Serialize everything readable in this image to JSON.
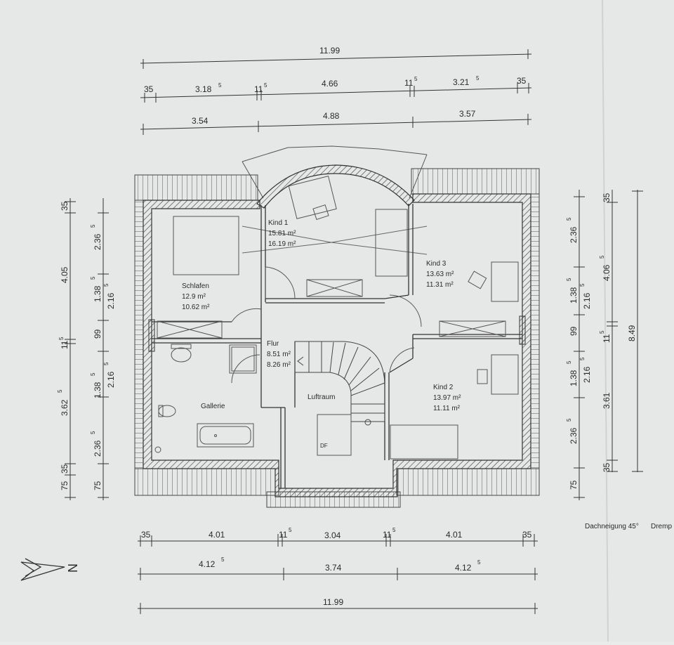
{
  "rooms": [
    {
      "name": "Kind 1",
      "area1": "15.81 m²",
      "area2": "16.19 m²"
    },
    {
      "name": "Kind 3",
      "area1": "13.63 m²",
      "area2": "11.31 m²"
    },
    {
      "name": "Schlafen",
      "area1": "12.9 m²",
      "area2": "10.62 m²"
    },
    {
      "name": "Flur",
      "area1": "8.51 m²",
      "area2": "8.26 m²"
    },
    {
      "name": "Kind 2",
      "area1": "13.97 m²",
      "area2": "11.11 m²"
    },
    {
      "name": "Gallerie"
    },
    {
      "name": "Luftraum"
    },
    {
      "name": "DF"
    }
  ],
  "dims_top": {
    "total": "11.99",
    "row2": [
      {
        "main": "35"
      },
      {
        "main": "3.18",
        "sup": "5"
      },
      {
        "main": "11",
        "sup": "5"
      },
      {
        "main": "4.66"
      },
      {
        "main": "11",
        "sup": "5"
      },
      {
        "main": "3.21",
        "sup": "5"
      },
      {
        "main": "35"
      }
    ],
    "row3": [
      "3.54",
      "4.88",
      "3.57"
    ]
  },
  "dims_bottom": {
    "row1": [
      {
        "main": "35"
      },
      {
        "main": "4.01"
      },
      {
        "main": "11",
        "sup": "5"
      },
      {
        "main": "3.04"
      },
      {
        "main": "11",
        "sup": "5"
      },
      {
        "main": "4.01"
      },
      {
        "main": "35"
      }
    ],
    "row2": [
      {
        "main": "4.12",
        "sup": "5"
      },
      {
        "main": "3.74"
      },
      {
        "main": "4.12",
        "sup": "5"
      }
    ],
    "total": "11.99"
  },
  "dims_left": {
    "a": [
      {
        "main": "35"
      },
      {
        "main": "4.05"
      },
      {
        "main": "11",
        "sup": "5"
      },
      {
        "main": "3.62",
        "sup": "5"
      },
      {
        "main": "75"
      }
    ],
    "b": [
      {
        "main": "2.36",
        "sup": "5"
      },
      {
        "main": "1.38",
        "sup": "5"
      },
      {
        "main": "99"
      },
      {
        "main": "1.38",
        "sup": "5"
      },
      {
        "main": "2.36",
        "sup": "5"
      },
      {
        "main": "35"
      },
      {
        "main": "75"
      }
    ],
    "c": [
      {
        "main": "2.16",
        "sup": "5"
      },
      {
        "main": "2.16",
        "sup": "5"
      }
    ]
  },
  "dims_right": {
    "a": [
      {
        "main": "2.36",
        "sup": "5"
      },
      {
        "main": "1.38",
        "sup": "5"
      },
      {
        "main": "99"
      },
      {
        "main": "1.38",
        "sup": "5"
      },
      {
        "main": "2.36",
        "sup": "5"
      },
      {
        "main": "75"
      }
    ],
    "b": [
      {
        "main": "2.16",
        "sup": "5"
      },
      {
        "main": "2.16",
        "sup": "5"
      }
    ],
    "c": [
      {
        "main": "35"
      },
      {
        "main": "4.06",
        "sup": "5"
      },
      {
        "main": "11",
        "sup": "5"
      },
      {
        "main": "3.61"
      },
      {
        "main": "35"
      }
    ],
    "d": [
      {
        "main": "8.49"
      }
    ]
  },
  "notes": {
    "roof": "Dachneigung 45°",
    "roof_cut": "Dremp",
    "north": "N"
  }
}
